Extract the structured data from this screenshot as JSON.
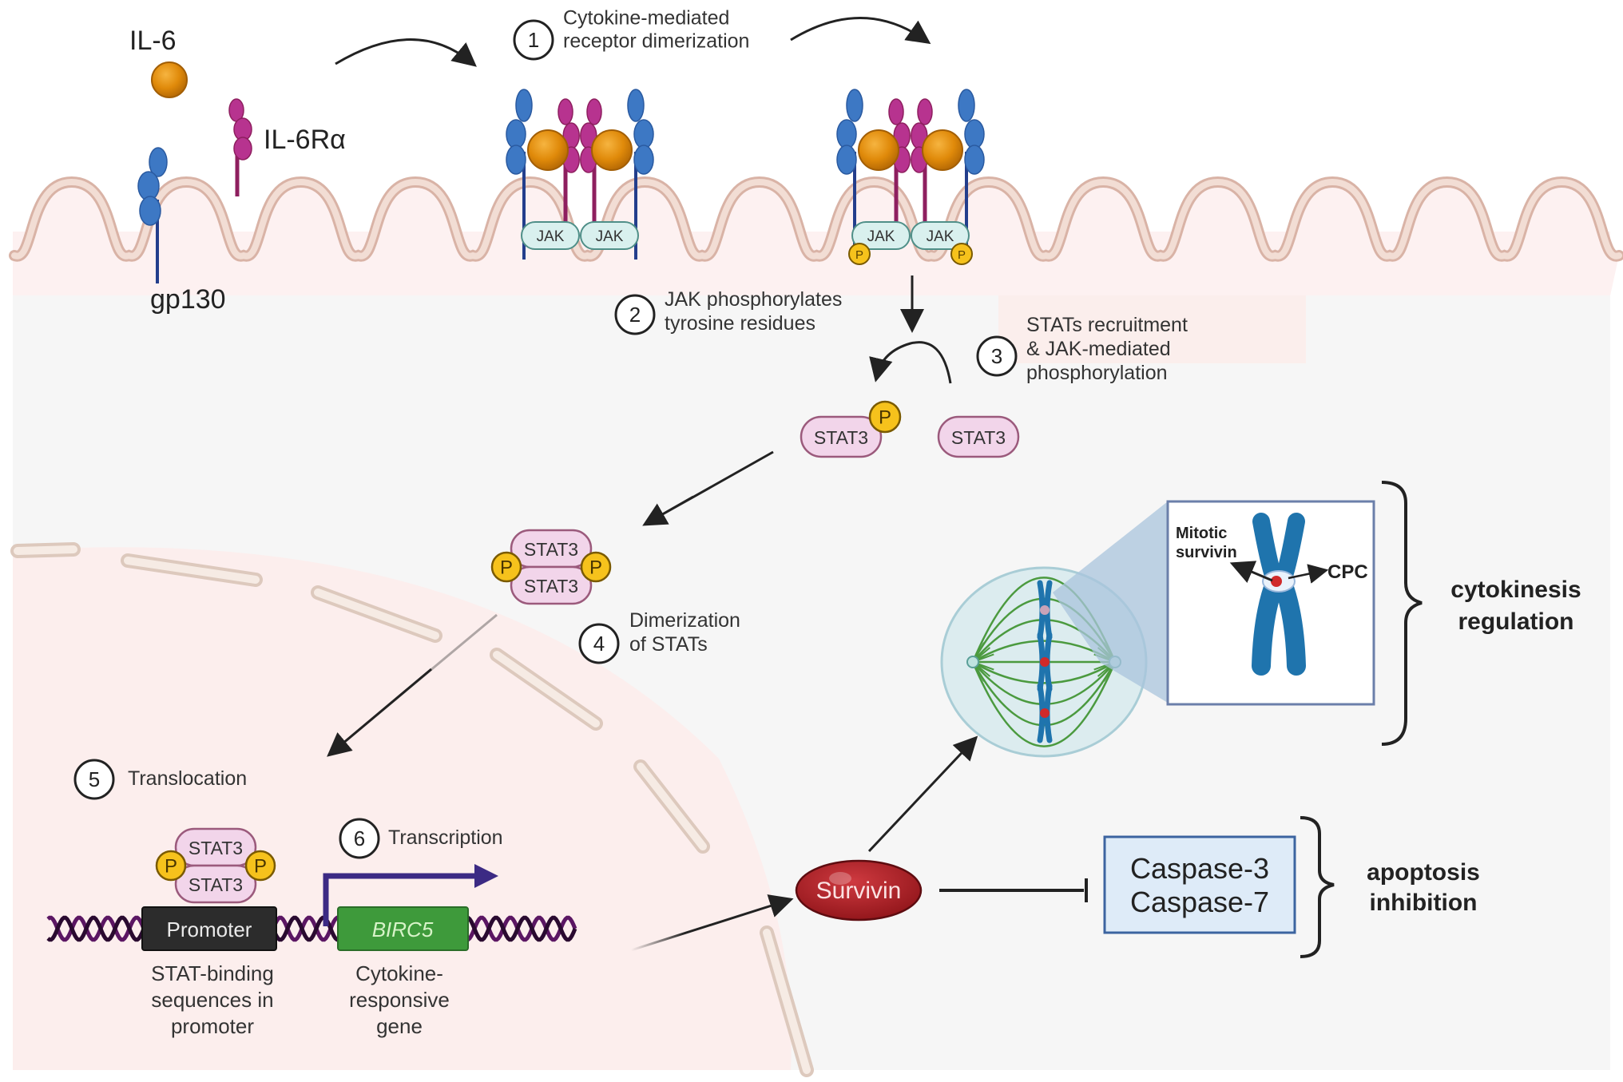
{
  "title": "IL-6/JAK/STAT3 signaling leading to survivin (BIRC5) expression",
  "colors": {
    "cytoplasm_bg": "#f6f6f6",
    "membrane_zone": "#fdf1f1",
    "membrane": "#e8cbbf",
    "nucleus": "#fceeed",
    "gp130": "#3d78c4",
    "il6ra": "#b7338f",
    "il6": "#e08a0a",
    "jak_fill": "#d9f0ee",
    "jak_stroke": "#4f8f88",
    "stat_fill": "#f2d5ea",
    "stat_stroke": "#9b5a7c",
    "phospho": "#f6c21c",
    "promoter": "#2c2c2c",
    "gene": "#3e9a3b",
    "tss_arrow": "#3c2a84",
    "dna": "#5b1663",
    "survivin": "#b5212a",
    "caspase_fill": "#deebf8",
    "caspase_stroke": "#3c64a0",
    "chromosome": "#1f74ad",
    "spindle": "#4b9a3f"
  },
  "ligand": {
    "label": "IL-6"
  },
  "receptors": {
    "alpha_label": "IL-6Rα",
    "gp130_label": "gp130"
  },
  "jak": {
    "label": "JAK"
  },
  "phospho": {
    "label": "P"
  },
  "stat": {
    "label": "STAT3"
  },
  "steps": [
    {
      "number": "1",
      "lines": [
        "Cytokine-mediated",
        "receptor dimerization"
      ]
    },
    {
      "number": "2",
      "lines": [
        "JAK phosphorylates",
        "tyrosine residues"
      ]
    },
    {
      "number": "3",
      "lines": [
        "STATs recruitment",
        "& JAK-mediated",
        "phosphorylation"
      ]
    },
    {
      "number": "4",
      "lines": [
        "Dimerization",
        "of STATs"
      ]
    },
    {
      "number": "5",
      "lines": [
        "Translocation"
      ]
    },
    {
      "number": "6",
      "lines": [
        "Transcription"
      ]
    }
  ],
  "gene_region": {
    "promoter_label": "Promoter",
    "gene_label": "BIRC5",
    "promoter_caption": [
      "STAT-binding",
      "sequences in",
      "promoter"
    ],
    "gene_caption": [
      "Cytokine-",
      "responsive",
      "gene"
    ]
  },
  "survivin": {
    "label": "Survivin"
  },
  "caspases": [
    "Caspase-3",
    "Caspase-7"
  ],
  "mitosis_inset": {
    "survivin_label": [
      "Mitotic",
      "survivin"
    ],
    "cpc_label": "CPC"
  },
  "outcomes": {
    "cytokinesis": [
      "cytokinesis",
      "regulation"
    ],
    "apoptosis": [
      "apoptosis",
      "inhibition"
    ]
  }
}
